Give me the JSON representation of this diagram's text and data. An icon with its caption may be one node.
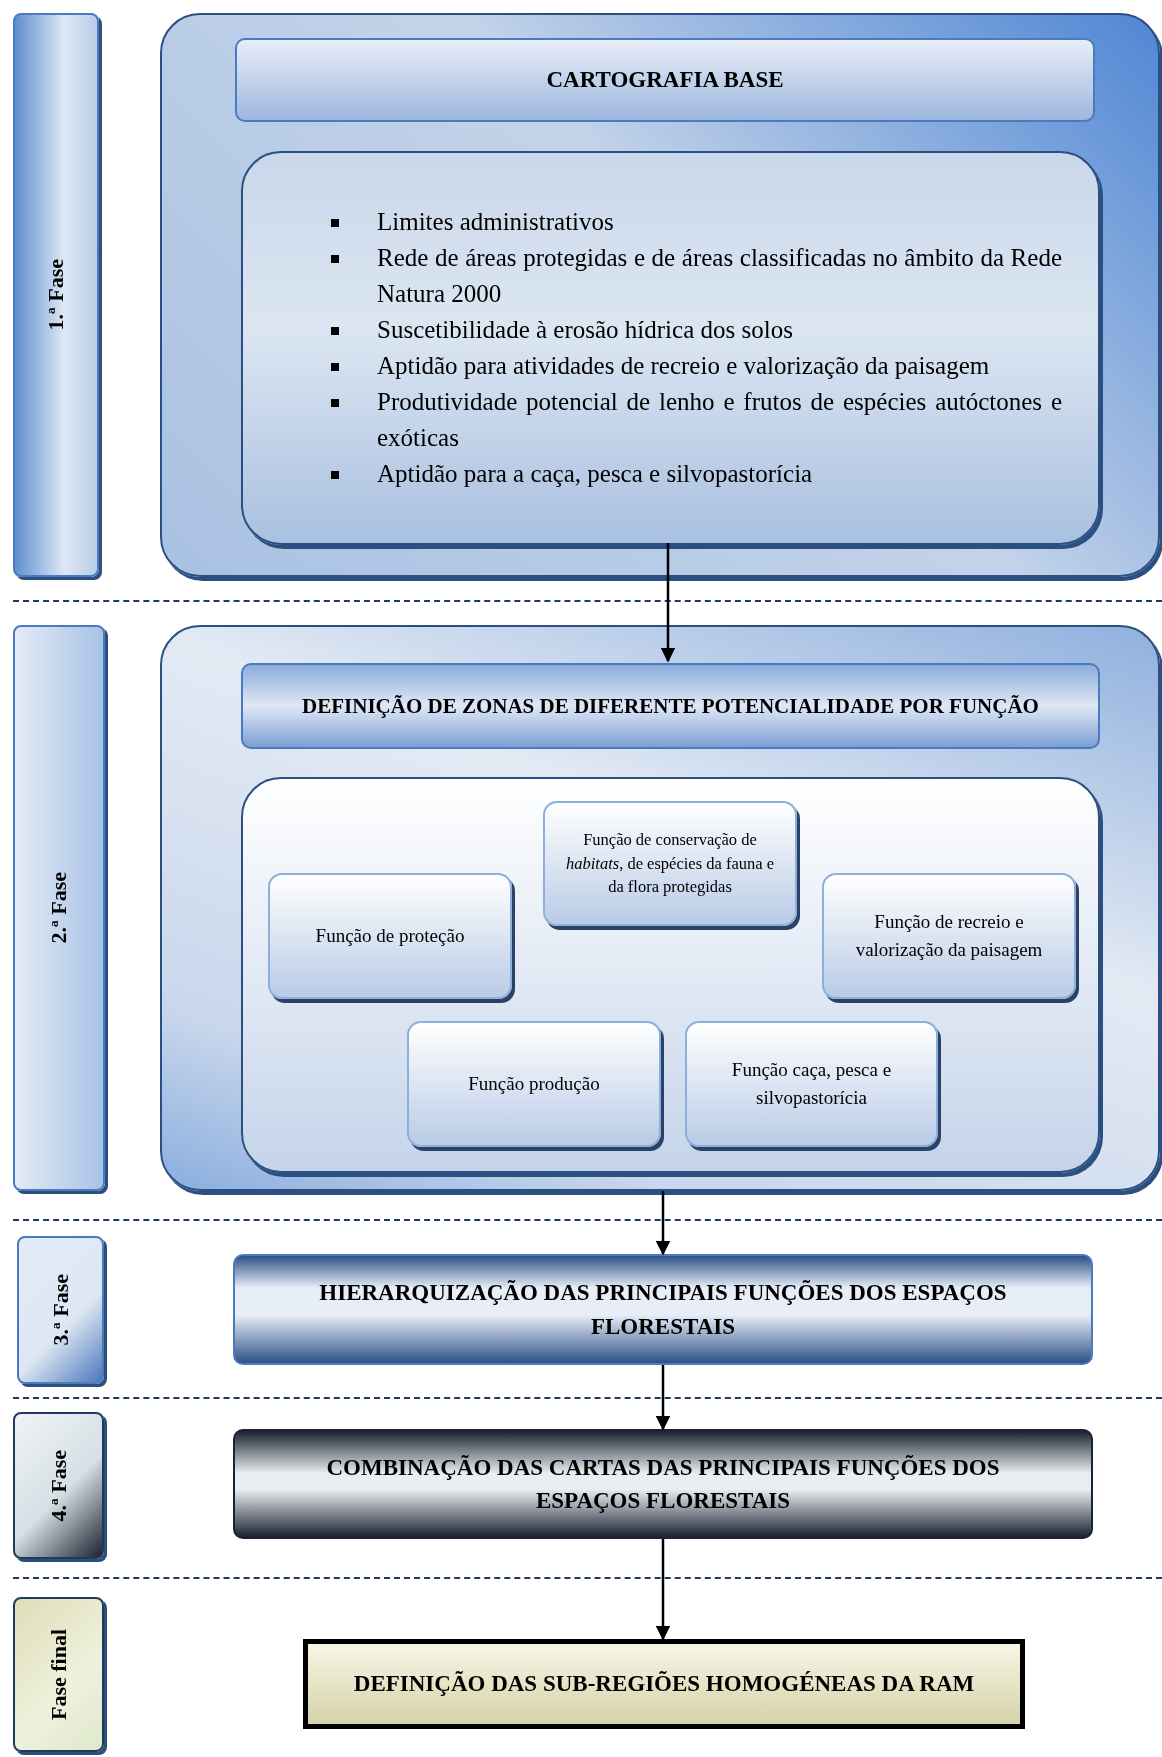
{
  "diagram": {
    "nodes": [
      {
        "text": [
          "1.ª Fase"
        ]
      },
      {
        "text": [],
        "shape": "box"
      },
      {
        "text": [
          "CARTOGRAFIA BASE"
        ],
        "in": 1
      },
      {
        "text": [
          "Limites administrativos",
          "Rede de áreas protegidas e de áreas classificadas no âmbito da Rede Natura 2000",
          "Suscetibilidade à erosão hídrica dos solos",
          "Aptidão para atividades de recreio e valorização da paisagem",
          "Produtividade potencial de lenho e frutos de espécies autóctones e exóticas",
          "Aptidão para a caça, pesca e silvopastorícia"
        ],
        "in": 1
      },
      {
        "text": [
          "2.ª Fase"
        ]
      },
      {
        "text": [],
        "shape": "box"
      },
      {
        "text": [
          "DEFINIÇÃO DE ZONAS DE DIFERENTE POTENCIALIDADE POR FUNÇÃO"
        ],
        "in": 5
      },
      {
        "text": [],
        "shape": "box",
        "in": 5
      },
      {
        "text": [
          "Função de conservação de *habitats*, de espécies da fauna e da flora protegidas"
        ],
        "in": 7
      },
      {
        "text": [
          "Função de proteção"
        ],
        "in": 7
      },
      {
        "text": [
          "Função de recreio e valorização da paisagem"
        ],
        "in": 7
      },
      {
        "text": [
          "Função produção"
        ],
        "in": 7
      },
      {
        "text": [
          "Função caça, pesca e silvopastorícia"
        ],
        "in": 7
      },
      {
        "text": [
          "3.ª Fase"
        ]
      },
      {
        "text": [
          "HIERARQUIZAÇÃO DAS PRINCIPAIS FUNÇÕES DOS ESPAÇOS FLORESTAIS"
        ]
      },
      {
        "text": [
          "4.ª Fase"
        ]
      },
      {
        "text": [
          "COMBINAÇÃO DAS CARTAS DAS PRINCIPAIS FUNÇÕES DOS ESPAÇOS FLORESTAIS"
        ]
      },
      {
        "text": [
          "Fase final"
        ]
      },
      {
        "text": [
          "DEFINIÇÃO DAS SUB-REGIÕES HOMOGÉNEAS DA RAM"
        ]
      }
    ],
    "edges": [
      {
        "from": 3,
        "to": 6,
        "arrow": "to"
      },
      {
        "from": 5,
        "to": 14,
        "arrow": "to"
      },
      {
        "from": 14,
        "to": 16,
        "arrow": "to"
      },
      {
        "from": 16,
        "to": 18,
        "arrow": "to"
      }
    ]
  }
}
